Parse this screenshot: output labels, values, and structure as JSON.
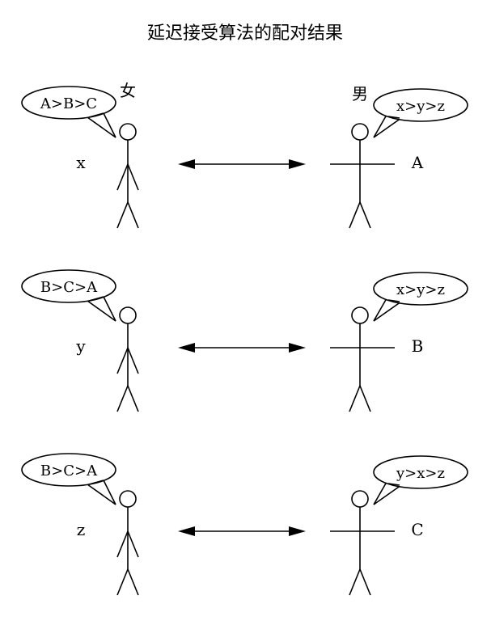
{
  "title": "延迟接受算法的配对结果",
  "female_header": "女",
  "male_header": "男",
  "pairs": [
    {
      "woman": "x",
      "woman_pref": "A>B>C",
      "man": "A",
      "man_pref": "x>y>z"
    },
    {
      "woman": "y",
      "woman_pref": "B>C>A",
      "man": "B",
      "man_pref": "x>y>z"
    },
    {
      "woman": "z",
      "woman_pref": "B>C>A",
      "man": "C",
      "man_pref": "y>x>z"
    }
  ]
}
